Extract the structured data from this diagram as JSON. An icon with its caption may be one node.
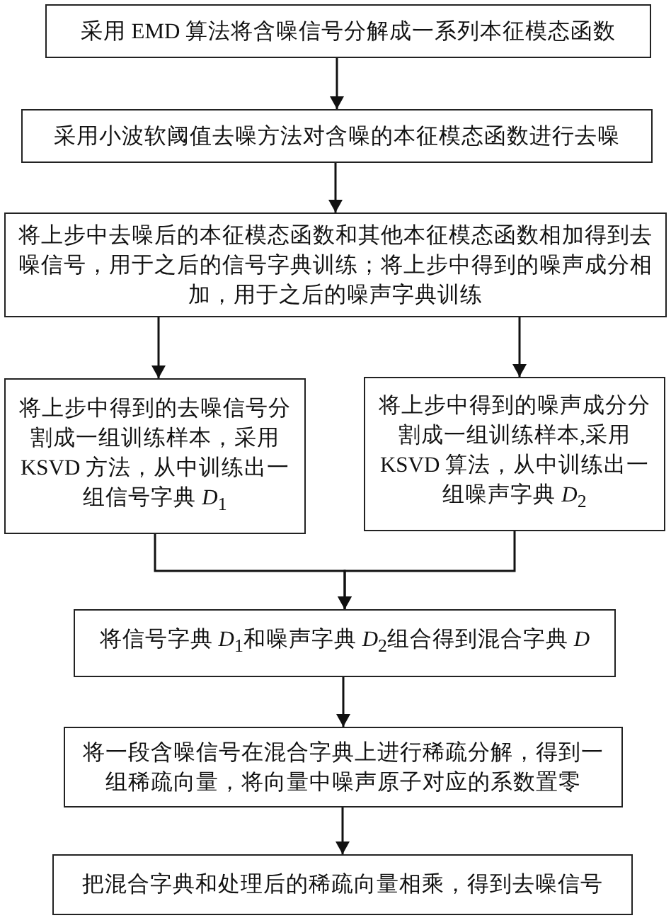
{
  "diagram": {
    "nodes": [
      {
        "text": [
          "采用 EMD 算法将含噪信号分解成一系列本征模态函数"
        ]
      },
      {
        "text": [
          "采用小波软阈值去噪方法对含噪的本征模态函数进行去噪"
        ]
      },
      {
        "text": [
          "将上步中去噪后的本征模态函数和其他本征模态函数相加得到去噪信号，用于之后的信号字典训练；将上步中得到的噪声成分相加，用于之后的噪声字典训练"
        ]
      },
      {
        "text": [
          "将上步中得到的去噪信号分割成一组训练样本，采用 KSVD 方法，从中训练出一组信号字典 *D*$_{1}$"
        ]
      },
      {
        "text": [
          "将上步中得到的噪声成分分割成一组训练样本,采用 KSVD 算法，从中训练出一组噪声字典 *D*$_{2}$"
        ]
      },
      {
        "text": [
          "将信号字典 *D*$_{1}$和噪声字典 *D*$_{2}$组合得到混合字典 *D*"
        ]
      },
      {
        "text": [
          "将一段含噪信号在混合字典上进行稀疏分解，得到一组稀疏向量，将向量中噪声原子对应的系数置零"
        ]
      },
      {
        "text": [
          "把混合字典和处理后的稀疏向量相乘，得到去噪信号"
        ]
      }
    ],
    "edges": [
      {
        "from": 0,
        "to": 1,
        "arrow": "to"
      },
      {
        "from": 1,
        "to": 2,
        "arrow": "to"
      },
      {
        "from": 2,
        "to": 3,
        "arrow": "to"
      },
      {
        "from": 2,
        "to": 4,
        "arrow": "to"
      },
      {
        "from": 3,
        "to": 5,
        "arrow": "to"
      },
      {
        "from": 4,
        "to": 5,
        "arrow": "to"
      },
      {
        "from": 5,
        "to": 6,
        "arrow": "to"
      },
      {
        "from": 6,
        "to": 7,
        "arrow": "to"
      }
    ]
  }
}
